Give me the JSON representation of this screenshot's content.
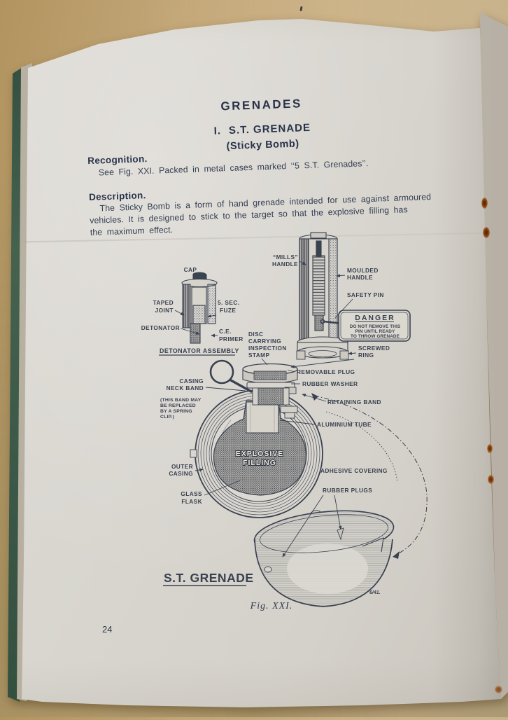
{
  "document": {
    "title": "GRENADES",
    "section_number": "I.",
    "section_title": "S.T. GRENADE",
    "section_subtitle": "(Sticky Bomb)",
    "recognition": {
      "heading": "Recognition.",
      "body": "See Fig. XXI.  Packed in metal cases marked ‘‘5 S.T. Grenades’’."
    },
    "description": {
      "heading": "Description.",
      "lines": [
        "The Sticky Bomb is a form of hand grenade intended for use against armoured",
        "vehicles.  It is designed to stick to the target so that the explosive filling has",
        "the maximum effect."
      ]
    },
    "labels": {
      "cap": "CAP",
      "taped_1": "TAPED",
      "taped_2": "JOINT",
      "fuze_1": "5. SEC.",
      "fuze_2": "FUZE",
      "detonator": "DETONATOR",
      "ce_1": "C.E.",
      "ce_2": "PRIMER",
      "detonator_assembly": "DETONATOR  ASSEMBLY",
      "disc_1": "DISC",
      "disc_2": "CARRYING",
      "disc_3": "INSPECTION",
      "disc_4": "STAMP",
      "mills_1": "“MILLS”",
      "mills_2": "HANDLE",
      "moulded_1": "MOULDED",
      "moulded_2": "HANDLE",
      "safety_pin": "SAFETY PIN",
      "danger_title": "DANGER",
      "danger_1": "DO NOT REMOVE THIS",
      "danger_2": "PIN  UNTIL  READY",
      "danger_3": "TO THROW GRENADE",
      "screwed_1": "SCREWED",
      "screwed_2": "RING",
      "removable_plug": "REMOVABLE  PLUG",
      "rubber_washer": "RUBBER WASHER",
      "retaining_band": "RETAINING BAND",
      "casing_1": "CASING",
      "casing_2": "NECK BAND",
      "note_1": "(THIS BAND MAY",
      "note_2": "BE REPLACED",
      "note_3": "BY A SPRING",
      "note_4": "CLIP.)",
      "aluminium_tube": "ALUMINIUM TUBE",
      "explosive_1": "EXPLOSIVE",
      "explosive_2": "FILLING",
      "adhesive_covering": "ADHESIVE COVERING",
      "outer_1": "OUTER",
      "outer_2": "CASING",
      "glass_1": "GLASS",
      "glass_2": "FLASK",
      "rubber_plugs": "RUBBER PLUGS"
    },
    "figure": {
      "diagram_title": "S.T. GRENADE",
      "plate_mark": "6/41.",
      "caption": "Fig. XXI."
    },
    "page_number": "24"
  },
  "colors": {
    "ink": "#2e3950",
    "paper": "#d7d4ce",
    "table_background": "#bda379",
    "cover_green": "#3f5e4c",
    "rust_stain": "#8a4416"
  }
}
